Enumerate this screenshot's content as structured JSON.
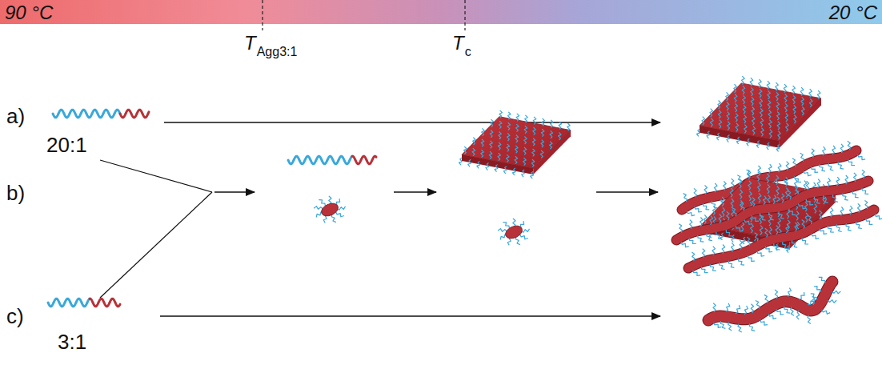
{
  "diagram": {
    "labels": [
      "90 °C",
      "20 °C",
      "T",
      "Agg3:1",
      "T",
      "c",
      "a)",
      "20:1",
      "b)",
      "c)",
      "3:1"
    ]
  }
}
